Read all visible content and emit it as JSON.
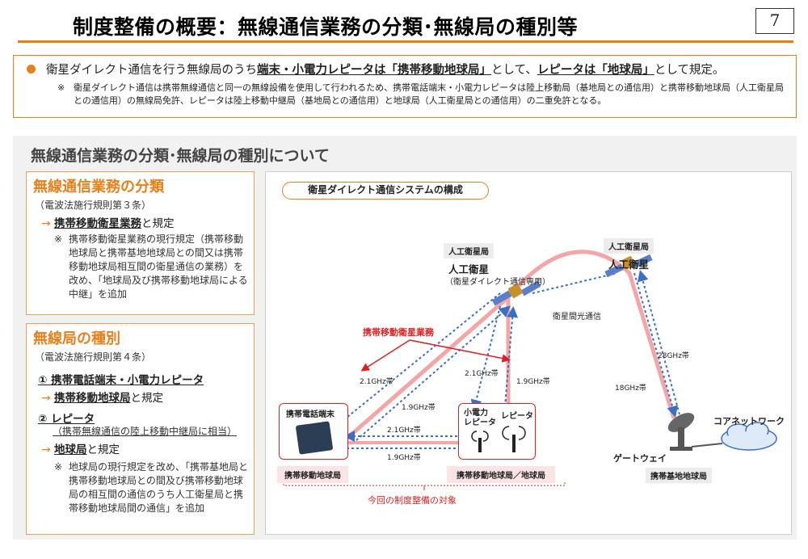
{
  "header": {
    "title": "制度整備の概要：無線通信業務の分類･無線局の種別等",
    "page_number": "7"
  },
  "summary": {
    "main_pre": "衛星ダイレクト通信を行う無線局のうち",
    "main_b1": "端末・小電力レピータは「携帯移動地球局」",
    "main_mid": "として、",
    "main_b2": "レピータは「地球局」",
    "main_post": "として規定。",
    "note_mark": "※",
    "note": "衛星ダイレクト通信は携帯無線通信と同一の無線設備を使用して行われるため、携帯電話端末・小電力レピータは陸上移動局（基地局との通信用）と携帯移動地球局（人工衛星局との通信用）の無線局免許、レピータは陸上移動中継局（基地局との通信用）と地球局（人工衛星局との通信用）の二重免許となる。"
  },
  "section": {
    "title": "無線通信業務の分類･無線局の種別について",
    "box1": {
      "title": "無線通信業務の分類",
      "rule": "（電波法施行規則第３条）",
      "arrow": "→",
      "result_bold": "携帯移動衛星業務",
      "result_post": "と規定",
      "note_mark": "※",
      "note": "携帯移動衛星業務の現行規定（携帯移動地球局と携帯基地地球局との間又は携帯移動地球局相互間の衛星通信の業務）を改め、「地球局及び携帯移動地球局による中継」を追加"
    },
    "box2": {
      "title": "無線局の種別",
      "rule": "（電波法施行規則第４条）",
      "item1": "① 携帯電話端末・小電力レピータ",
      "arrow": "→",
      "item1_result_bold": "携帯移動地球局",
      "item1_result_post": "と規定",
      "item2": "② レピータ",
      "item2_sub": "（携帯無線通信の陸上移動中継局に相当）",
      "item2_result_bold": "地球局",
      "item2_result_post": "と規定",
      "note_mark": "※",
      "note": "地球局の現行規定を改め、「携帯基地局と携帯移動地球局との間及び携帯移動地球局の相互間の通信のうち人工衛星局と携帯移動地球局間の通信」を追加"
    }
  },
  "diagram": {
    "title": "衛星ダイレクト通信システムの構成",
    "sat1_tag": "人工衛星局",
    "sat1_name": "人工衛星",
    "sat1_sub": "（衛星ダイレクト通信専用）",
    "sat2_tag": "人工衛星局",
    "sat2_name": "人工衛星",
    "isl": "衛星間光通信",
    "red_label": "携帯移動衛星業務",
    "freq_2_1a": "2.1GHz帯",
    "freq_1_9a": "1.9GHz帯",
    "freq_2_1b": "2.1GHz帯",
    "freq_1_9b": "1.9GHz帯",
    "freq_2_1c": "2.1GHz帯",
    "freq_1_9c": "1.9GHz帯",
    "freq_28": "28GHz帯",
    "freq_18": "18GHz帯",
    "phone_label": "携帯電話端末",
    "small_repeater": "小電力\nレピータ",
    "repeater": "レピータ",
    "gateway": "ゲートウェイ",
    "core": "コアネットワーク",
    "tag_mobile": "携帯移動地球局",
    "tag_mobile_earth": "携帯移動地球局／地球局",
    "tag_base": "携帯基地地球局",
    "target": "今回の制度整備の対象",
    "colors": {
      "accent": "#e8801a",
      "red": "#e02020",
      "blue": "#3a6fc8",
      "pink": "#f4a6a6"
    }
  }
}
